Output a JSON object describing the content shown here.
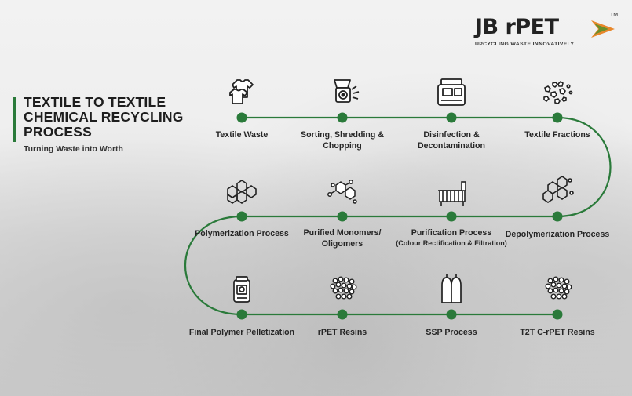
{
  "brand": {
    "name": "JB rPET",
    "trademark": "TM",
    "tagline": "UPCYCLING WASTE INNOVATIVELY",
    "colors": {
      "green": "#2a7a3a",
      "orange": "#e8872a",
      "olive": "#6b8f2a"
    }
  },
  "header": {
    "title": "TEXTILE TO TEXTILE CHEMICAL RECYCLING PROCESS",
    "subtitle": "Turning Waste into Worth"
  },
  "steps": [
    {
      "label": "Textile Waste",
      "icon": "textile-waste-icon"
    },
    {
      "label": "Sorting, Shredding & Chopping",
      "icon": "shredder-icon"
    },
    {
      "label": "Disinfection & Decontamination",
      "icon": "disinfection-machine-icon"
    },
    {
      "label": "Textile Fractions",
      "icon": "fractions-icon"
    },
    {
      "label": "Depolymerization Process",
      "icon": "depolymerization-icon"
    },
    {
      "label": "Purification Process",
      "note": "(Colour Rectification & Filtration)",
      "icon": "purification-icon"
    },
    {
      "label": "Purified Monomers/ Oligomers",
      "icon": "monomers-icon"
    },
    {
      "label": "Polymerization Process",
      "icon": "polymer-icon"
    },
    {
      "label": "Final Polymer Pelletization",
      "icon": "pelletizer-icon"
    },
    {
      "label": "rPET Resins",
      "icon": "rpet-resins-icon"
    },
    {
      "label": "SSP Process",
      "icon": "ssp-silo-icon"
    },
    {
      "label": "T2T C-rPET Resins",
      "icon": "c-rpet-resins-icon"
    }
  ]
}
